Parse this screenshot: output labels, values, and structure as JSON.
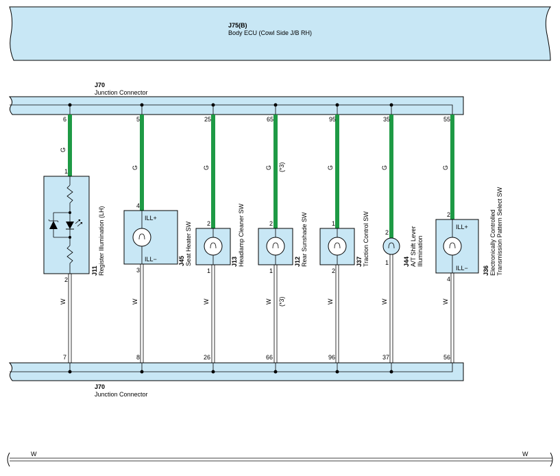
{
  "ecu": {
    "code": "J75(B)",
    "name": "Body ECU (Cowl Side J/B RH)"
  },
  "junction_top": {
    "code": "J70",
    "name": "Junction Connector"
  },
  "junction_bottom": {
    "code": "J70",
    "name": "Junction Connector"
  },
  "branches": [
    {
      "top_pin": "6",
      "comp_top_pin": "1",
      "comp_bot_pin": "2",
      "bottom_pin": "7",
      "code": "J11",
      "name": "Register Illumination (LH)",
      "name2": "",
      "top_wire": "G",
      "bot_wire": "W",
      "note": ""
    },
    {
      "top_pin": "5",
      "comp_top_pin": "4",
      "comp_bot_pin": "3",
      "bottom_pin": "8",
      "code": "J45",
      "name": "Seat Heater SW",
      "name2": "",
      "top_wire": "G",
      "bot_wire": "W",
      "note": "",
      "ill_plus": "ILL+",
      "ill_minus": "ILL−"
    },
    {
      "top_pin": "25",
      "comp_top_pin": "2",
      "comp_bot_pin": "1",
      "bottom_pin": "26",
      "code": "J13",
      "name": "Headlamp Cleaner SW",
      "name2": "",
      "top_wire": "G",
      "bot_wire": "W",
      "note": ""
    },
    {
      "top_pin": "65",
      "comp_top_pin": "2",
      "comp_bot_pin": "1",
      "bottom_pin": "66",
      "code": "J12",
      "name": "Rear Sunshade SW",
      "name2": "",
      "top_wire": "G",
      "bot_wire": "W",
      "note": "(*3)"
    },
    {
      "top_pin": "95",
      "comp_top_pin": "1",
      "comp_bot_pin": "2",
      "bottom_pin": "96",
      "code": "J37",
      "name": "Traction Control SW",
      "name2": "",
      "top_wire": "G",
      "bot_wire": "W",
      "note": ""
    },
    {
      "top_pin": "35",
      "comp_top_pin": "2",
      "comp_bot_pin": "1",
      "bottom_pin": "37",
      "code": "J44",
      "name": "A/T Shift Lever",
      "name2": "Illumination",
      "top_wire": "G",
      "bot_wire": "W",
      "note": ""
    },
    {
      "top_pin": "55",
      "comp_top_pin": "2",
      "comp_bot_pin": "4",
      "bottom_pin": "56",
      "code": "J36",
      "name": "Electronically Controlled",
      "name2": "Transmission Pattern Select SW",
      "top_wire": "G",
      "bot_wire": "W",
      "note": "",
      "ill_plus": "ILL+",
      "ill_minus": "ILL−"
    }
  ],
  "ground_bus": {
    "left_label": "W",
    "right_label": "W"
  },
  "colors": {
    "fill": "#c8e7f5",
    "green_wire": "#1e9a45",
    "line": "#000000"
  }
}
